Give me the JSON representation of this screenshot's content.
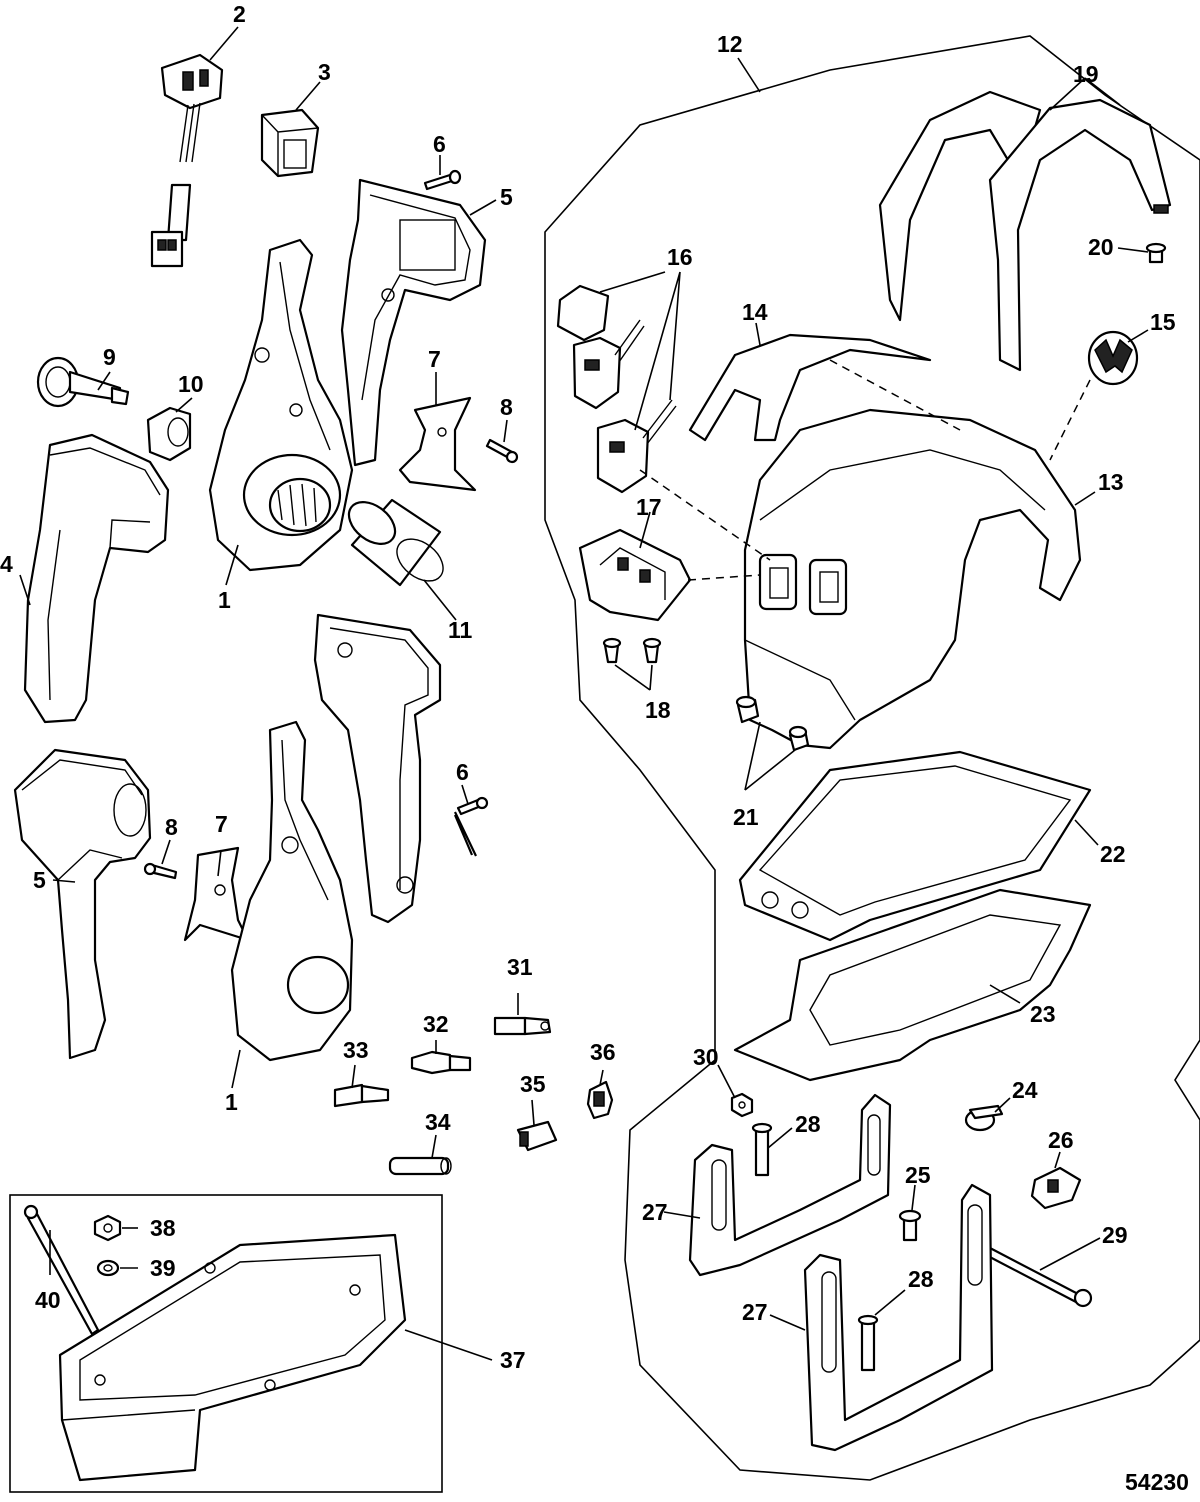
{
  "diagram": {
    "figure_number": "54230",
    "callouts": [
      {
        "id": "c2",
        "text": "2"
      },
      {
        "id": "c3",
        "text": "3"
      },
      {
        "id": "c6a",
        "text": "6"
      },
      {
        "id": "c5a",
        "text": "5"
      },
      {
        "id": "c9",
        "text": "9"
      },
      {
        "id": "c10",
        "text": "10"
      },
      {
        "id": "c7a",
        "text": "7"
      },
      {
        "id": "c8a",
        "text": "8"
      },
      {
        "id": "c4",
        "text": "4"
      },
      {
        "id": "c1a",
        "text": "1"
      },
      {
        "id": "c11",
        "text": "11"
      },
      {
        "id": "c6b",
        "text": "6"
      },
      {
        "id": "c8b",
        "text": "8"
      },
      {
        "id": "c7b",
        "text": "7"
      },
      {
        "id": "c5b",
        "text": "5"
      },
      {
        "id": "c1b",
        "text": "1"
      },
      {
        "id": "c31",
        "text": "31"
      },
      {
        "id": "c32",
        "text": "32"
      },
      {
        "id": "c33",
        "text": "33"
      },
      {
        "id": "c36",
        "text": "36"
      },
      {
        "id": "c35",
        "text": "35"
      },
      {
        "id": "c34",
        "text": "34"
      },
      {
        "id": "c12",
        "text": "12"
      },
      {
        "id": "c19",
        "text": "19"
      },
      {
        "id": "c20",
        "text": "20"
      },
      {
        "id": "c16",
        "text": "16"
      },
      {
        "id": "c14",
        "text": "14"
      },
      {
        "id": "c15",
        "text": "15"
      },
      {
        "id": "c13",
        "text": "13"
      },
      {
        "id": "c17",
        "text": "17"
      },
      {
        "id": "c18",
        "text": "18"
      },
      {
        "id": "c21",
        "text": "21"
      },
      {
        "id": "c22",
        "text": "22"
      },
      {
        "id": "c23",
        "text": "23"
      },
      {
        "id": "c30",
        "text": "30"
      },
      {
        "id": "c24",
        "text": "24"
      },
      {
        "id": "c28a",
        "text": "28"
      },
      {
        "id": "c26",
        "text": "26"
      },
      {
        "id": "c25",
        "text": "25"
      },
      {
        "id": "c27a",
        "text": "27"
      },
      {
        "id": "c29",
        "text": "29"
      },
      {
        "id": "c28b",
        "text": "28"
      },
      {
        "id": "c27b",
        "text": "27"
      },
      {
        "id": "c38",
        "text": "38"
      },
      {
        "id": "c39",
        "text": "39"
      },
      {
        "id": "c40",
        "text": "40"
      },
      {
        "id": "c37",
        "text": "37"
      }
    ]
  }
}
